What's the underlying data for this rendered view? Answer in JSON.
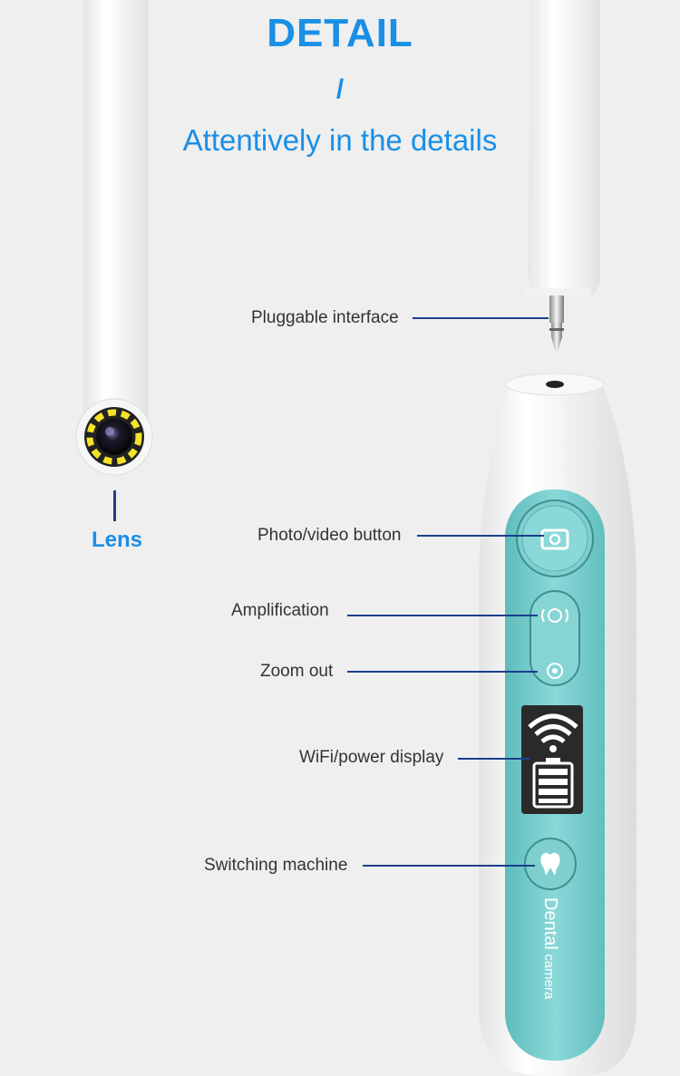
{
  "header": {
    "title": "DETAIL",
    "separator": "/",
    "subtitle": "Attentively in the details"
  },
  "lens": {
    "label": "Lens"
  },
  "callouts": {
    "pluggable_interface": "Pluggable interface",
    "photo_video_button": "Photo/video button",
    "amplification": "Amplification",
    "zoom_out": "Zoom out",
    "wifi_power_display": "WiFi/power display",
    "switching_machine": "Switching machine"
  },
  "device": {
    "brand_text_main": "Dental",
    "brand_text_sub": "camera",
    "panel_color": "#7fcfcf",
    "accent_color": "#1a8fe6",
    "leader_color": "#1b3f8a"
  }
}
